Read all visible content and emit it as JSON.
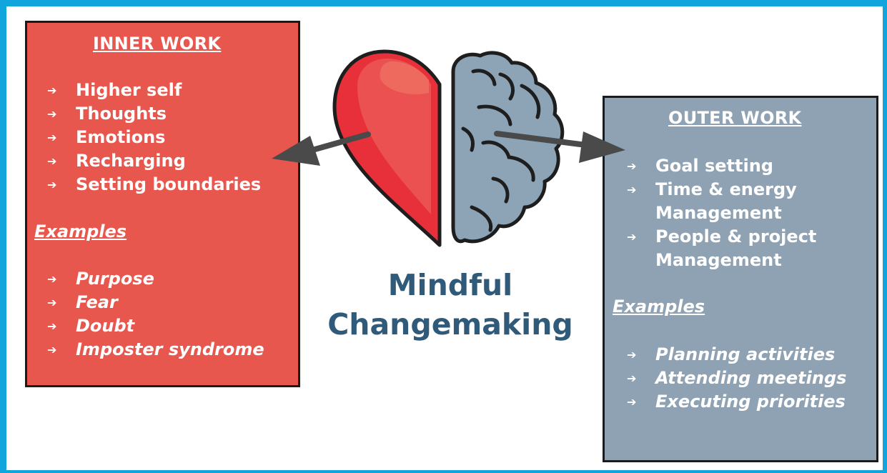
{
  "center_title_line1": "Mindful",
  "center_title_line2": "Changemaking",
  "inner": {
    "title": "INNER WORK",
    "items": [
      "Higher self",
      "Thoughts",
      "Emotions",
      "Recharging",
      "Setting boundaries"
    ],
    "examples_label": "Examples",
    "examples": [
      "Purpose",
      "Fear",
      "Doubt",
      "Imposter syndrome"
    ]
  },
  "outer": {
    "title": "OUTER WORK",
    "items": [
      "Goal setting",
      "Time & energy",
      "Management",
      "People & project",
      "Management"
    ],
    "examples_label": "Examples",
    "examples": [
      "Planning activities",
      "Attending meetings",
      "Executing priorities"
    ]
  },
  "colors": {
    "frame": "#10a6dd",
    "inner_panel": "#e8574d",
    "outer_panel": "#8ea2b3",
    "title_text": "#2f5a7a",
    "heart": "#e8303a",
    "brain": "#8da3b6"
  },
  "icons": [
    "heart-half-icon",
    "brain-half-icon",
    "arrow-left-icon",
    "arrow-right-icon",
    "bullet-arrow-icon"
  ]
}
